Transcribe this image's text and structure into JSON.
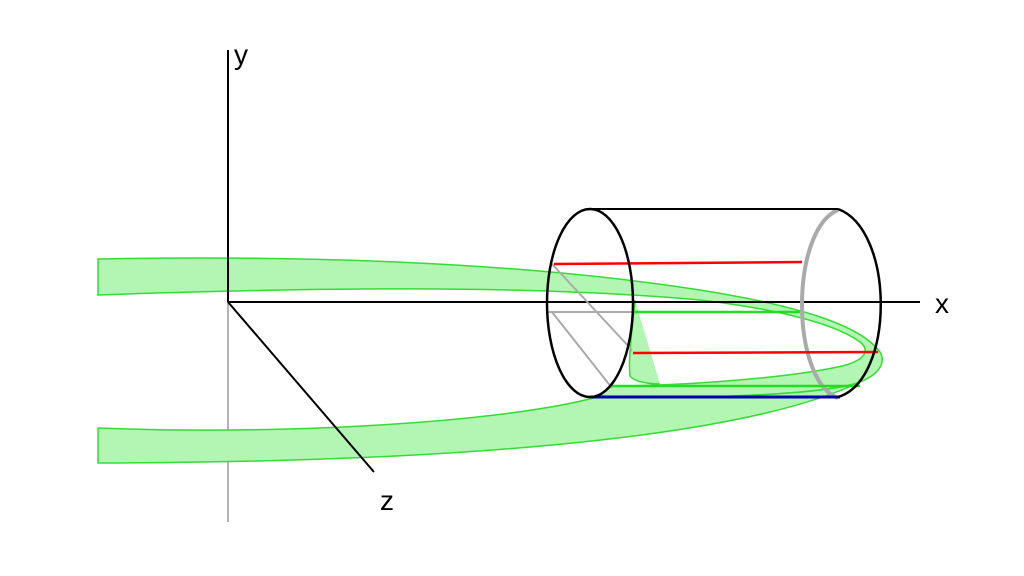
{
  "axes": {
    "x_label": "x",
    "y_label": "y",
    "z_label": "z"
  },
  "colors": {
    "background": "#ffffff",
    "axis": "#000000",
    "hidden_axis": "#b3b3b3",
    "band_fill": "#b3f5b3",
    "band_stroke": "#33dd33",
    "cylinder_outline": "#000000",
    "cylinder_hidden_rim": "#aaaaaa",
    "red_line": "#ff0000",
    "green_line": "#22dd22",
    "blue_line": "#0000aa"
  }
}
